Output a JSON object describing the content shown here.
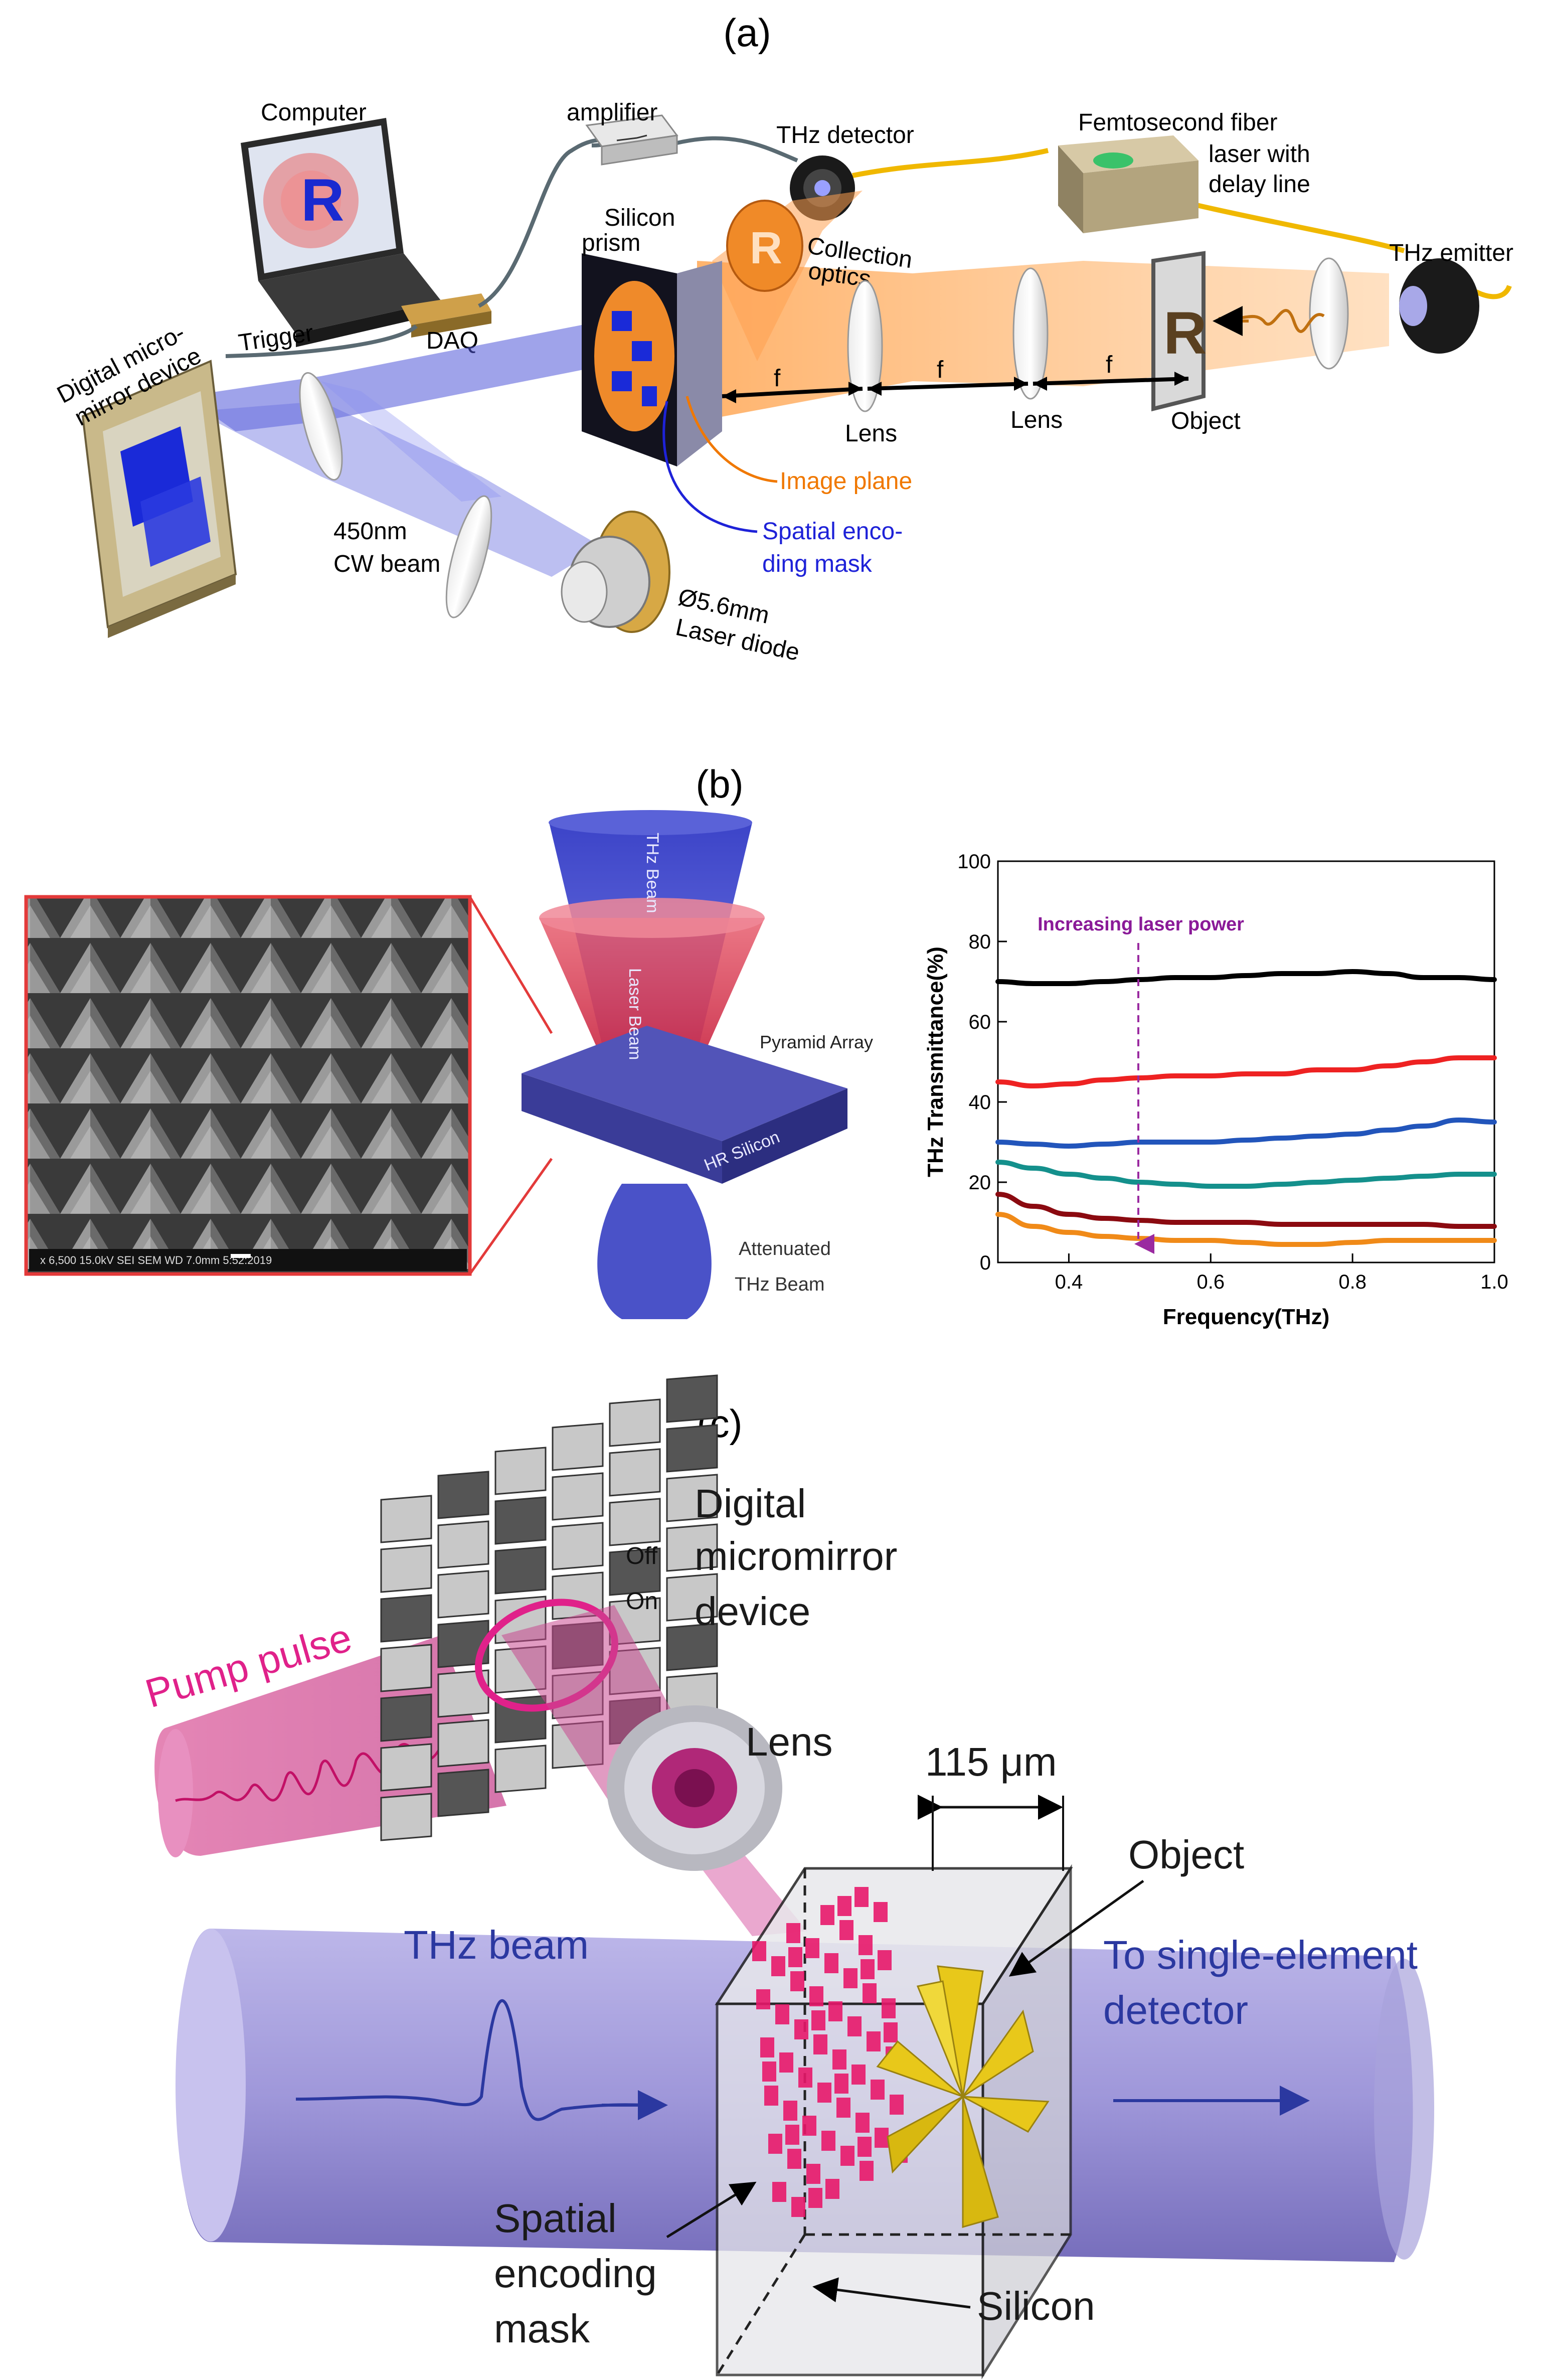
{
  "panels": {
    "a": "(a)",
    "b": "(b)",
    "c": "(c)"
  },
  "panel_a": {
    "computer": "Computer",
    "amplifier": "amplifier",
    "thz_detector": "THz detector",
    "femto_line1": "Femtosecond fiber",
    "femto_line2": "laser with",
    "femto_line3": "delay line",
    "silicon_line1": "Silicon",
    "silicon_line2": "prism",
    "collection_line1": "Collection",
    "collection_line2": "optics",
    "thz_emitter": "THz emitter",
    "trigger": "Trigger",
    "daq": "DAQ",
    "dmd_line1": "Digital micro-",
    "dmd_line2": "mirror device",
    "f_label": "f",
    "lens": "Lens",
    "object": "Object",
    "image_plane": "Image plane",
    "mask_line1": "Spatial enco-",
    "mask_line2": "ding mask",
    "cw_line1": "450nm",
    "cw_line2": "CW beam",
    "diode_line1": "Ø5.6mm",
    "diode_line2": "Laser diode",
    "object_letter": "R"
  },
  "panel_b": {
    "thz_beam": "THz Beam",
    "laser_beam": "Laser Beam",
    "pyramid_array": "Pyramid Array",
    "hr_silicon": "HR Silicon",
    "attenuated_line1": "Attenuated",
    "attenuated_line2": "THz Beam",
    "sem_footer": "x 6,500   15.0kV  SEI      SEM      WD 7.0mm    5:52:2019"
  },
  "chart_data": {
    "type": "line",
    "ylabel": "THz Transmittance(%)",
    "xlabel": "Frequency(THz)",
    "xlim": [
      0.3,
      1.0
    ],
    "ylim": [
      0,
      100
    ],
    "xticks": [
      0.4,
      0.6,
      0.8,
      1.0
    ],
    "xtick_labels": [
      "0.4",
      "0.6",
      "0.8",
      "1.0"
    ],
    "yticks": [
      0,
      20,
      40,
      60,
      80,
      100
    ],
    "ytick_labels": [
      "0",
      "20",
      "40",
      "60",
      "80",
      "100"
    ],
    "annotation": "Increasing laser power",
    "grid": false,
    "x": [
      0.3,
      0.35,
      0.4,
      0.45,
      0.5,
      0.55,
      0.6,
      0.65,
      0.7,
      0.75,
      0.8,
      0.85,
      0.9,
      0.95,
      1.0
    ],
    "series": [
      {
        "color": "#000000",
        "values": [
          70,
          69.5,
          69.5,
          70,
          70.5,
          71,
          71,
          71.5,
          72,
          72,
          72.5,
          72,
          71,
          71,
          70.5
        ]
      },
      {
        "color": "#ee2222",
        "values": [
          45,
          44,
          44.5,
          45.5,
          46,
          46.5,
          46.5,
          47,
          47,
          48,
          48,
          49,
          50,
          51,
          51
        ]
      },
      {
        "color": "#2255bb",
        "values": [
          30,
          29.5,
          29,
          29.5,
          30,
          30,
          30,
          30.5,
          31,
          31.5,
          32,
          33,
          34,
          35.5,
          35
        ]
      },
      {
        "color": "#14908c",
        "values": [
          25,
          23.5,
          22,
          21,
          20,
          19.5,
          19,
          19,
          19.5,
          20,
          20.5,
          21,
          21.5,
          22,
          22
        ]
      },
      {
        "color": "#8b0a10",
        "values": [
          17,
          14,
          12,
          11,
          10.5,
          10,
          10,
          10,
          9.5,
          9.5,
          9.5,
          9.5,
          9.5,
          9,
          9
        ]
      },
      {
        "color": "#f08a18",
        "values": [
          12,
          9,
          7.5,
          6.5,
          6,
          5.5,
          5.5,
          5,
          4.5,
          4.5,
          5,
          5.5,
          5.5,
          5.5,
          5.5
        ]
      }
    ]
  },
  "panel_c": {
    "dmd_line1": "Digital",
    "dmd_line2": "micromirror",
    "dmd_line3": "device",
    "off": "Off",
    "on": "On",
    "pump_pulse": "Pump pulse",
    "lens": "Lens",
    "thickness": "115 μm",
    "object": "Object",
    "thz_beam": "THz beam",
    "to_detector_line1": "To single-element",
    "to_detector_line2": "detector",
    "mask_line1": "Spatial",
    "mask_line2": "encoding",
    "mask_line3": "mask",
    "silicon": "Silicon"
  }
}
